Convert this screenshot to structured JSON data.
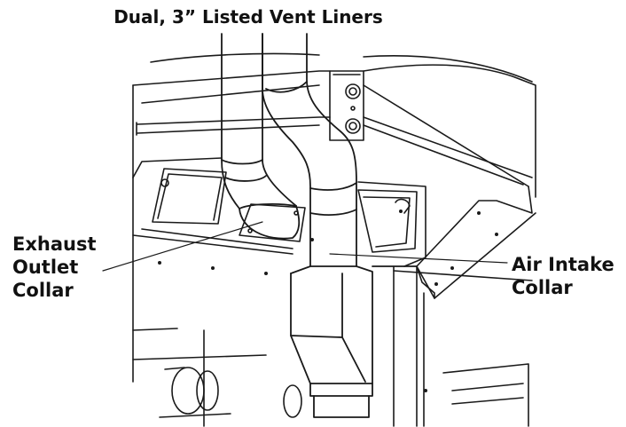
{
  "title": "Dual, 3” Listed Vent Liners",
  "callouts": {
    "exhaust": {
      "lines": [
        "Exhaust",
        "Outlet",
        "Collar"
      ]
    },
    "air_intake": {
      "lines": [
        "Air Intake",
        "Collar"
      ]
    }
  }
}
